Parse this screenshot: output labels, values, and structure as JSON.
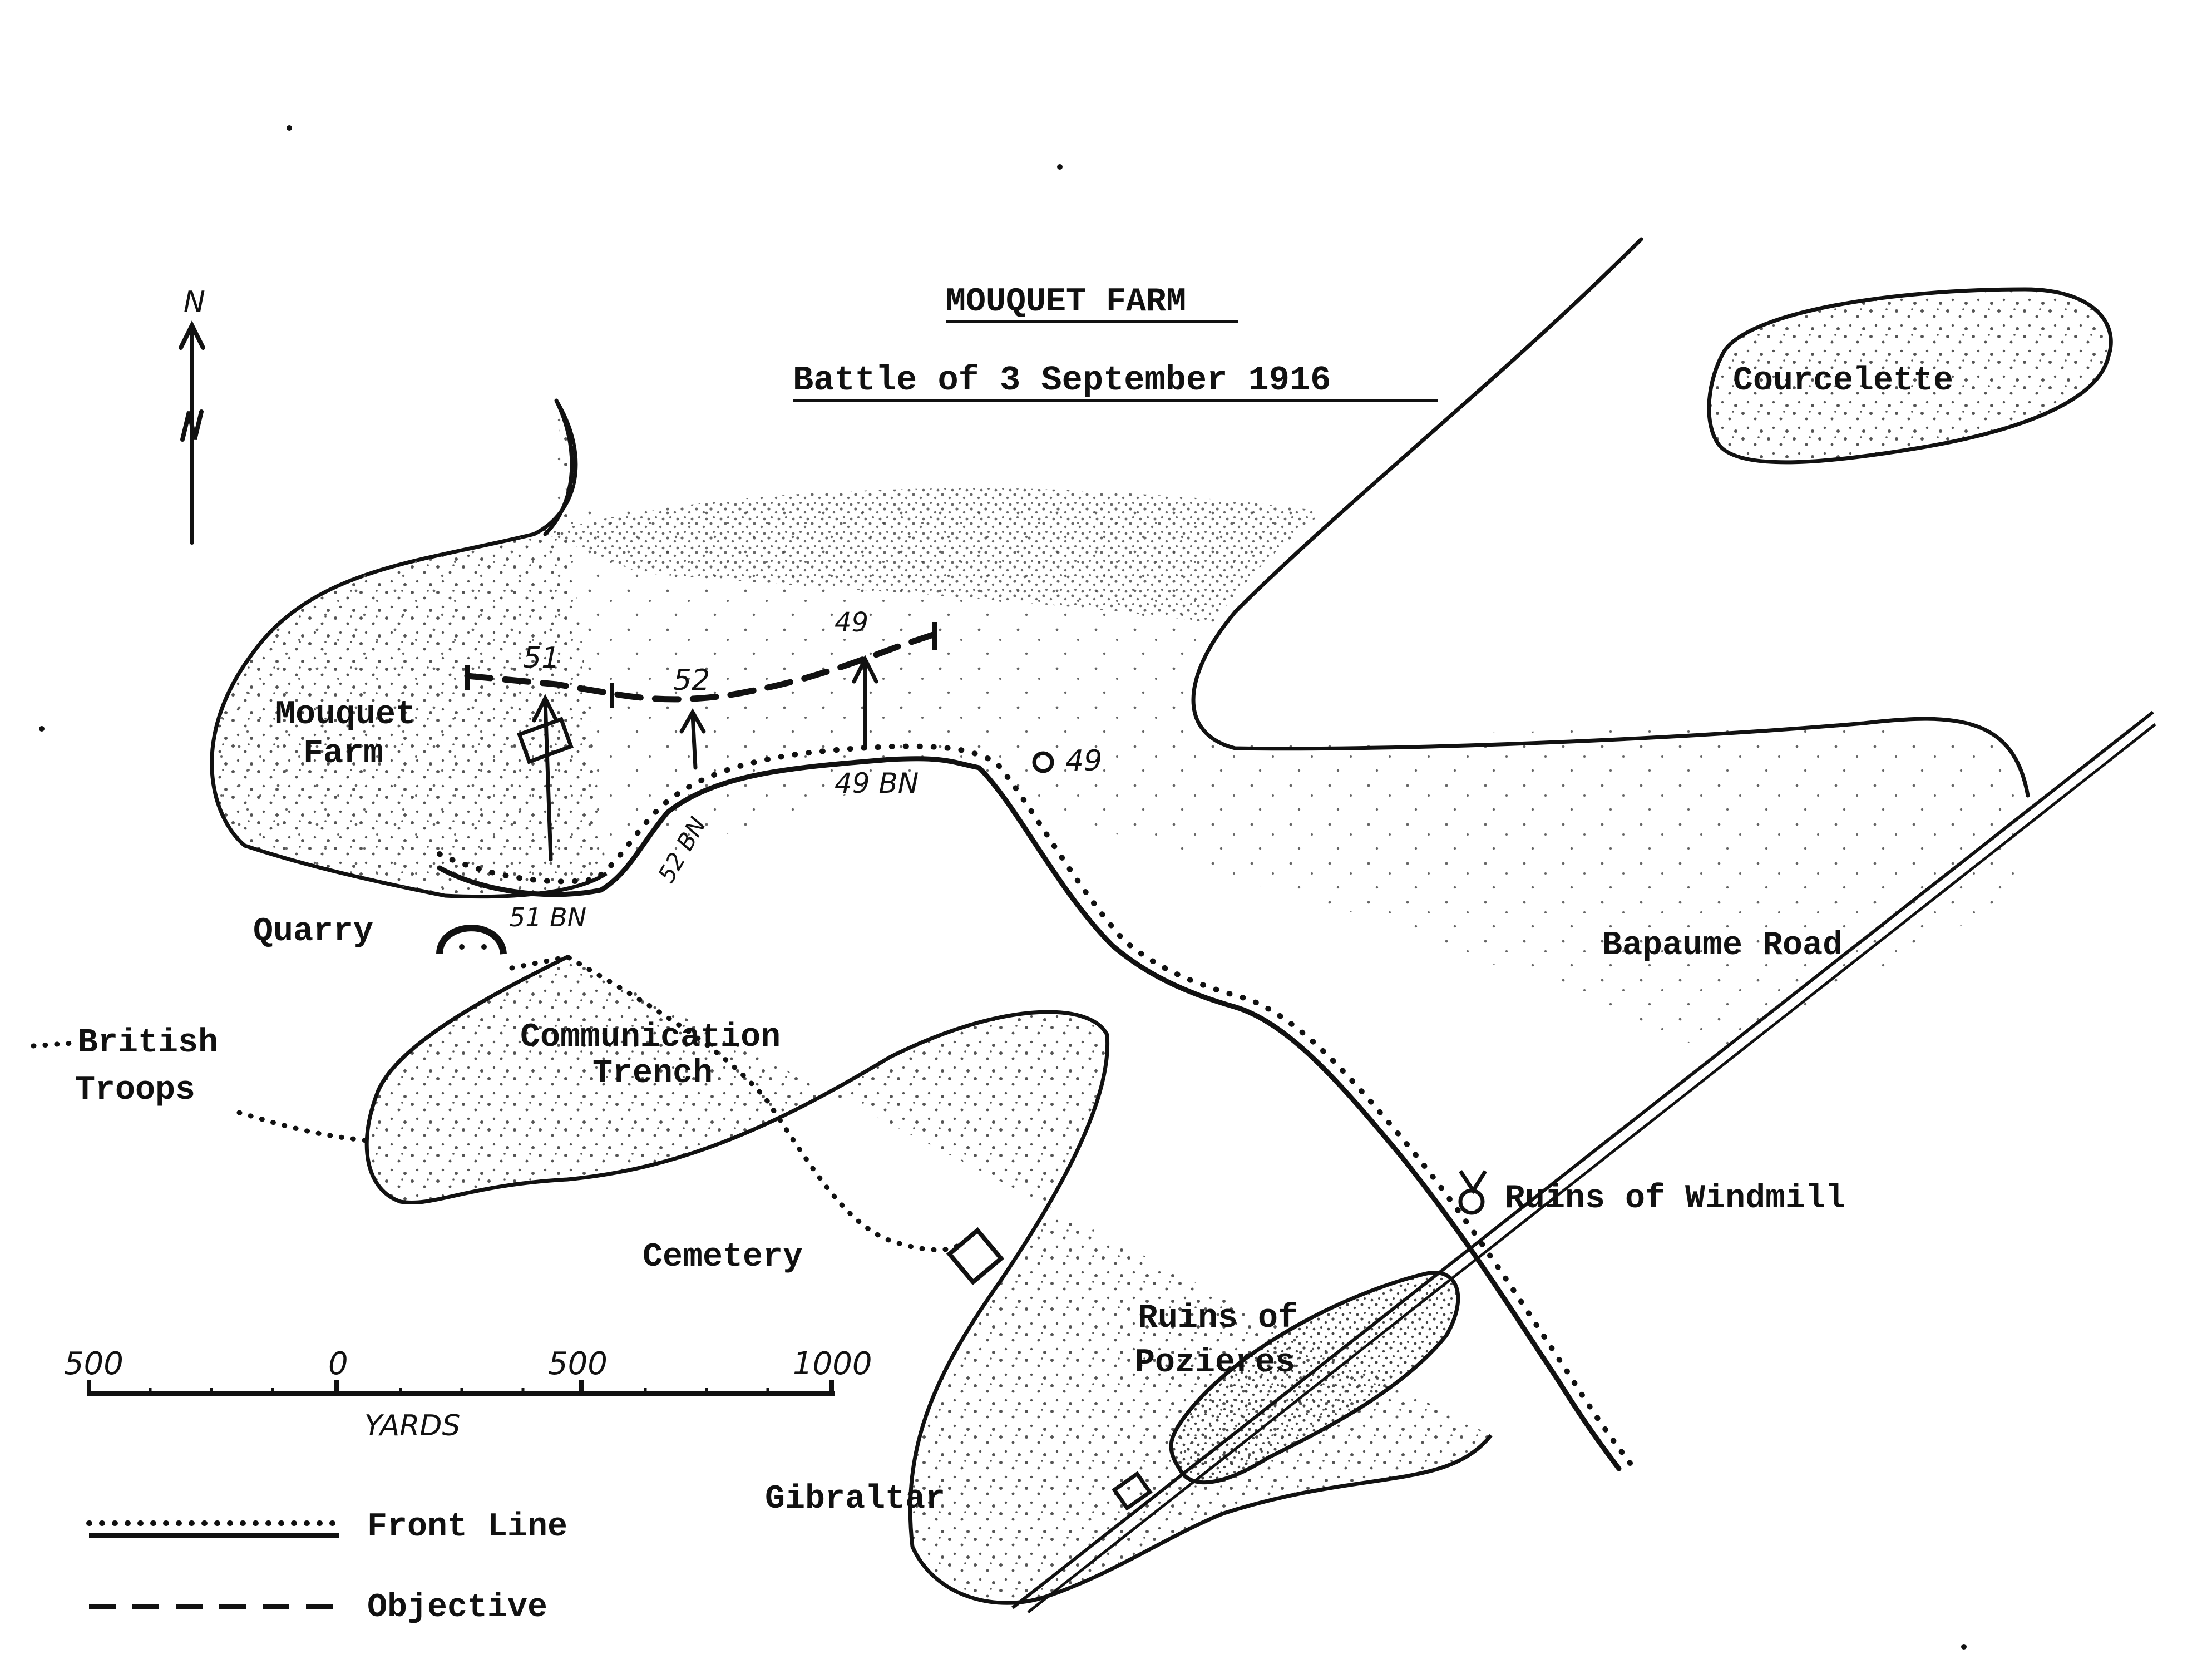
{
  "title": "MOUQUET FARM",
  "subtitle": "Battle of 3 September 1916",
  "compass": {
    "label": "N",
    "icon": "north-arrow-icon"
  },
  "places": {
    "mouquet_farm_line1": "Mouquet",
    "mouquet_farm_line2": "Farm",
    "courcelette": "Courcelette",
    "quarry": "Quarry",
    "british_troops_line1": "British",
    "british_troops_line2": "Troops",
    "communication_trench_line1": "Communication",
    "communication_trench_line2": "Trench",
    "cemetery": "Cemetery",
    "bapaume_road": "Bapaume Road",
    "ruins_windmill": "Ruins of Windmill",
    "ruins_pozieres_line1": "Ruins of",
    "ruins_pozieres_line2": "Pozieres",
    "gibraltar": "Gibraltar"
  },
  "units": {
    "obj_51": "51",
    "obj_52": "52",
    "obj_49": "49",
    "bn_51": "51 BN",
    "bn_52": "52 BN",
    "bn_49": "49 BN",
    "post_49": "49"
  },
  "scale": {
    "ticks": [
      "500",
      "0",
      "500",
      "1000"
    ],
    "unit": "YARDS"
  },
  "legend": {
    "front_line": "Front Line",
    "objective": "Objective"
  },
  "colors": {
    "ink": "#111111",
    "paper": "#ffffff",
    "stipple": "#555555"
  }
}
